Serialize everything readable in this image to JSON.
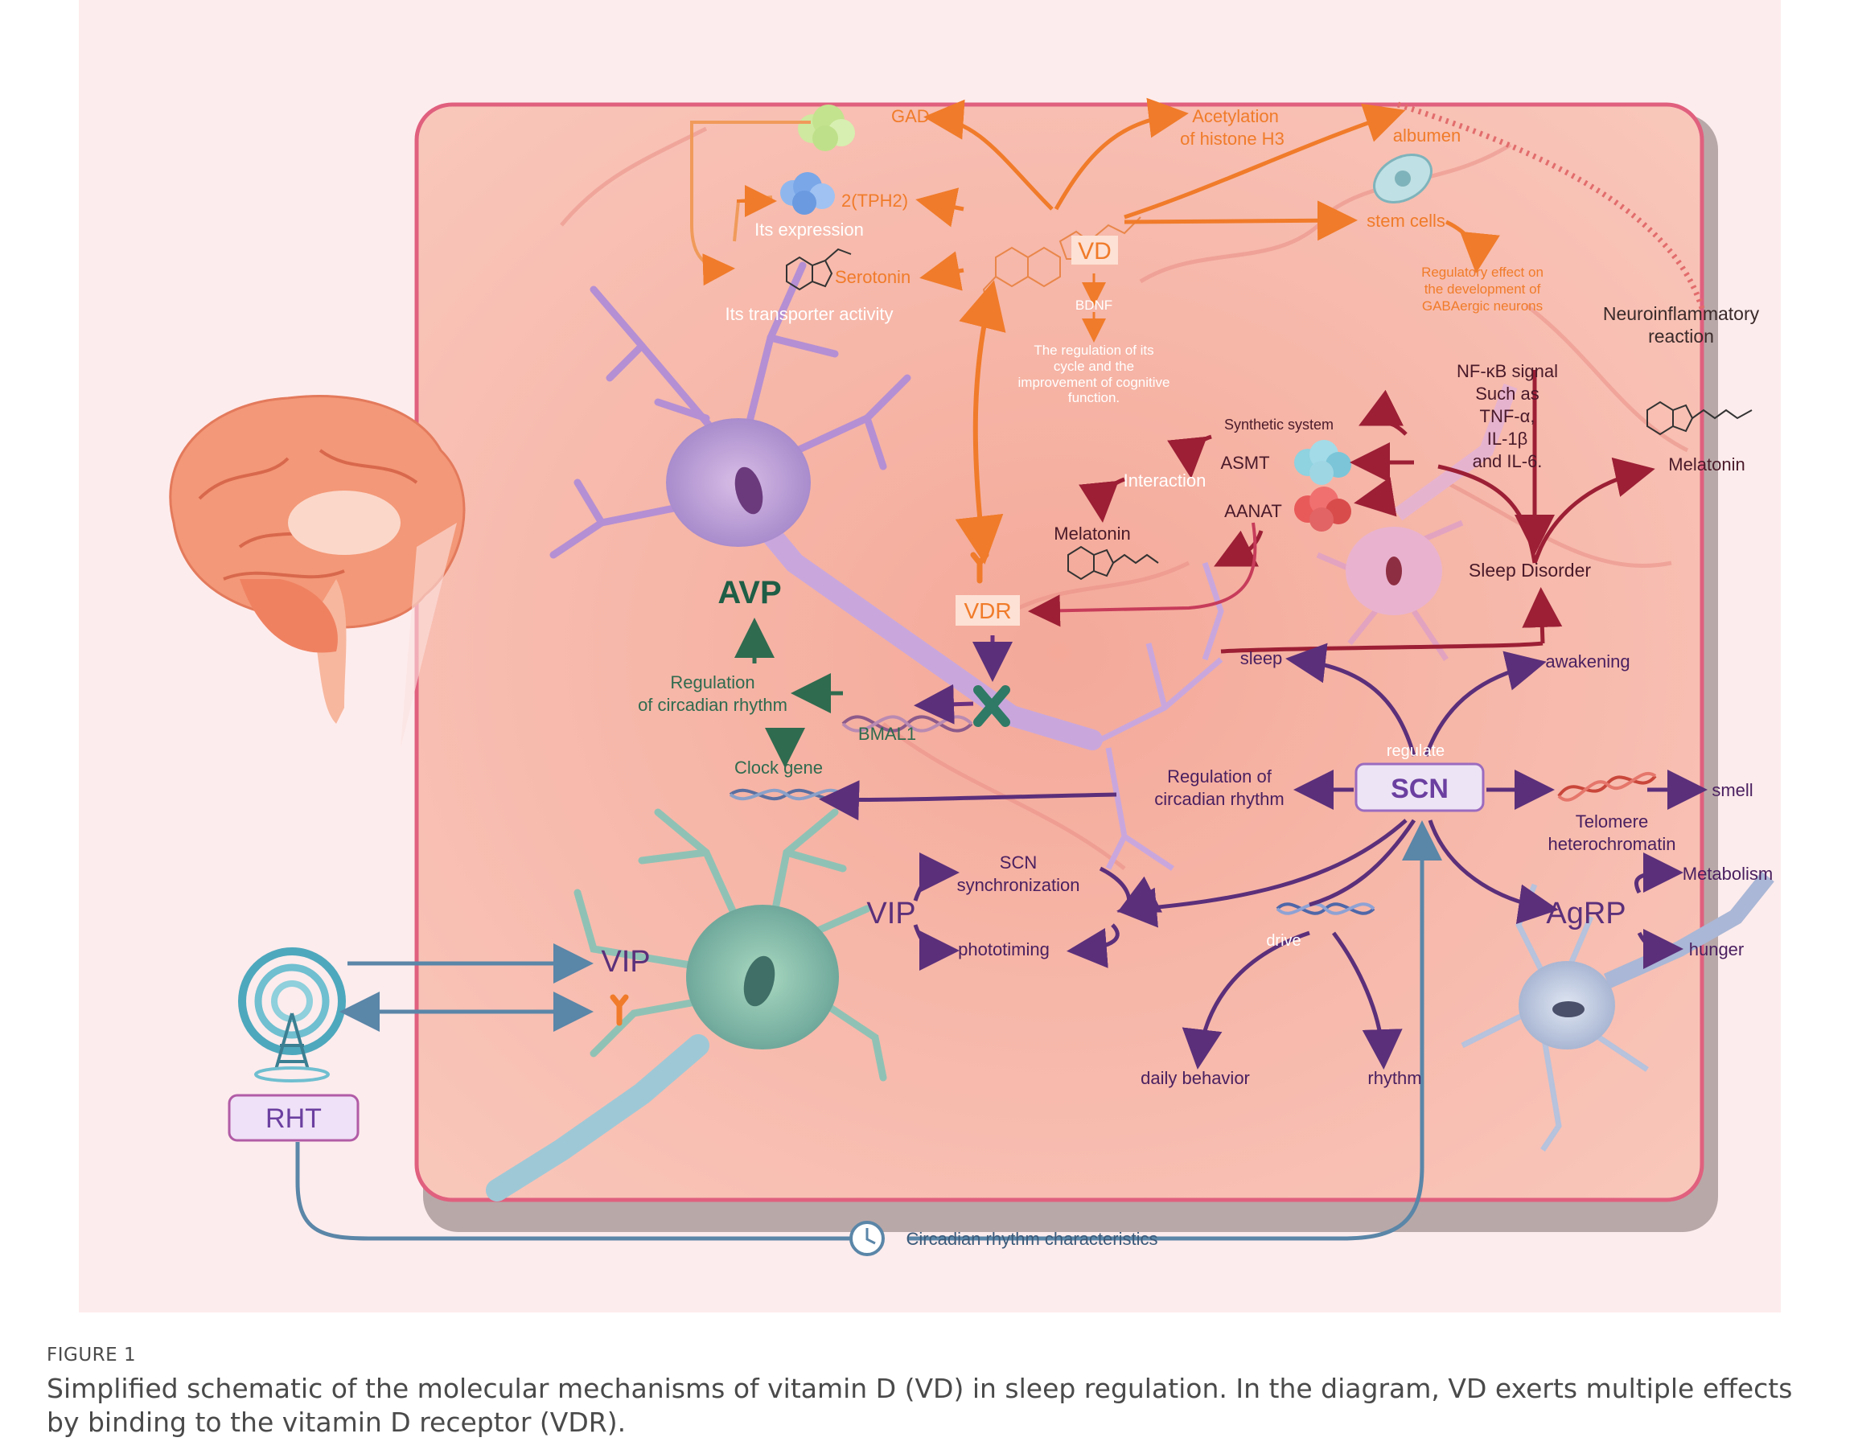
{
  "labels": {
    "gad": "GAD",
    "acetylation": [
      "Acetylation",
      "of histone H3"
    ],
    "albumen": "albumen",
    "tph2": "2(TPH2)",
    "its_expression": "Its expression",
    "serotonin": "Serotonin",
    "its_transporter": "Its transporter activity",
    "vd": "VD",
    "bdnf": "BDNF",
    "regulation_cycle": [
      "The regulation of its",
      "cycle and the",
      "improvement of cognitive",
      "function."
    ],
    "stem_cells": "stem cells",
    "regulatory_effect": [
      "Regulatory effect on",
      "the development of",
      "GABAergic neurons"
    ],
    "neuroinflammatory": [
      "Neuroinflammatory",
      "reaction"
    ],
    "nfkb": [
      "NF-κB signal",
      "Such as",
      "TNF-α,",
      "IL-1β",
      "and IL-6."
    ],
    "synthetic_system": "Synthetic system",
    "asmt": "ASMT",
    "aanat": "AANAT",
    "interaction": "Interaction",
    "melatonin_left": "Melatonin",
    "melatonin_right": "Melatonin",
    "sleep_disorder": "Sleep Disorder",
    "vdr": "VDR",
    "avp": "AVP",
    "regulation_circadian_left": [
      "Regulation",
      "of circadian rhythm"
    ],
    "bmal1": "BMAL1",
    "clock_gene": "Clock gene",
    "sleep": "sleep",
    "awakening": "awakening",
    "regulate": "regulate",
    "scn": "SCN",
    "regulation_circadian_center": [
      "Regulation of",
      "circadian rhythm"
    ],
    "telomere": [
      "Telomere",
      "heterochromatin"
    ],
    "smell": "smell",
    "scn_sync": [
      "SCN",
      "synchronization"
    ],
    "vip_center": "VIP",
    "vip_left": "VIP",
    "phototiming": "phototiming",
    "drive": "drive",
    "agrp": "AgRP",
    "metabolism": "Metabolism",
    "hunger": "hunger",
    "daily_behavior": "daily behavior",
    "rhythm": "rhythm",
    "rht": "RHT",
    "circadian_characteristics": "Circadian rhythm characteristics"
  },
  "caption": {
    "label": "FIGURE 1",
    "text": "Simplified schematic of the molecular mechanisms of vitamin D (VD) in sleep regulation. In the diagram, VD exerts multiple effects by binding to the vitamin D receptor (VDR)."
  },
  "colors": {
    "background": "#fdeced",
    "panel": "#f7b9ab",
    "panel_border": "#e0607e",
    "orange": "#f07b2a",
    "dark_red": "#9c1f35",
    "purple": "#5b2f7a",
    "green": "#2f6b4f",
    "blue_line": "#5a86a8"
  },
  "icons": [
    "brain-icon",
    "radio-tower-icon",
    "clock-icon",
    "receptor-icon",
    "dna-icon",
    "molecule-icon",
    "neuron-icon"
  ]
}
